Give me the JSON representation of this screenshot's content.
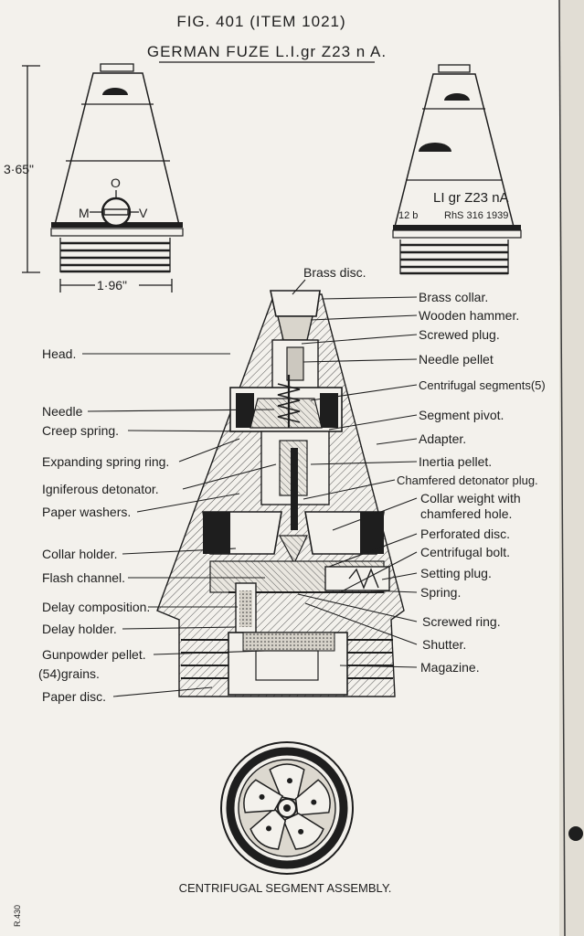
{
  "title": {
    "figure": "FIG. 401 (ITEM 1021)",
    "name": "GERMAN FUZE L.I.gr Z23 n A."
  },
  "dimensions": {
    "height": "3·65\"",
    "width": "1·96\""
  },
  "left_view": {
    "dial_top": "O",
    "dial_left": "M",
    "dial_right": "V"
  },
  "right_view": {
    "marking_main": "LI gr Z23 nA",
    "marking_left": "12 b",
    "marking_right": "RhS 316 1939"
  },
  "labels": {
    "left": [
      "Head.",
      "Needle",
      "Creep spring.",
      "Expanding spring ring.",
      "Igniferous detonator.",
      "Paper washers.",
      "Collar holder.",
      "Flash channel.",
      "Delay composition.",
      "Delay holder.",
      "Gunpowder pellet.",
      "(54)grains.",
      "Paper disc."
    ],
    "top": "Brass disc.",
    "right": [
      "Brass collar.",
      "Wooden hammer.",
      "Screwed plug.",
      "Needle pellet",
      "Centrifugal segments(5)",
      "Segment pivot.",
      "Adapter.",
      "Inertia pellet.",
      "Chamfered detonator plug.",
      "Collar weight with",
      "chamfered hole.",
      "Perforated disc.",
      "Centrifugal bolt.",
      "Setting plug.",
      "Spring.",
      "Screwed ring.",
      "Shutter.",
      "Magazine."
    ]
  },
  "bottom_caption": "CENTRIFUGAL SEGMENT ASSEMBLY.",
  "margin_note": "R.430"
}
